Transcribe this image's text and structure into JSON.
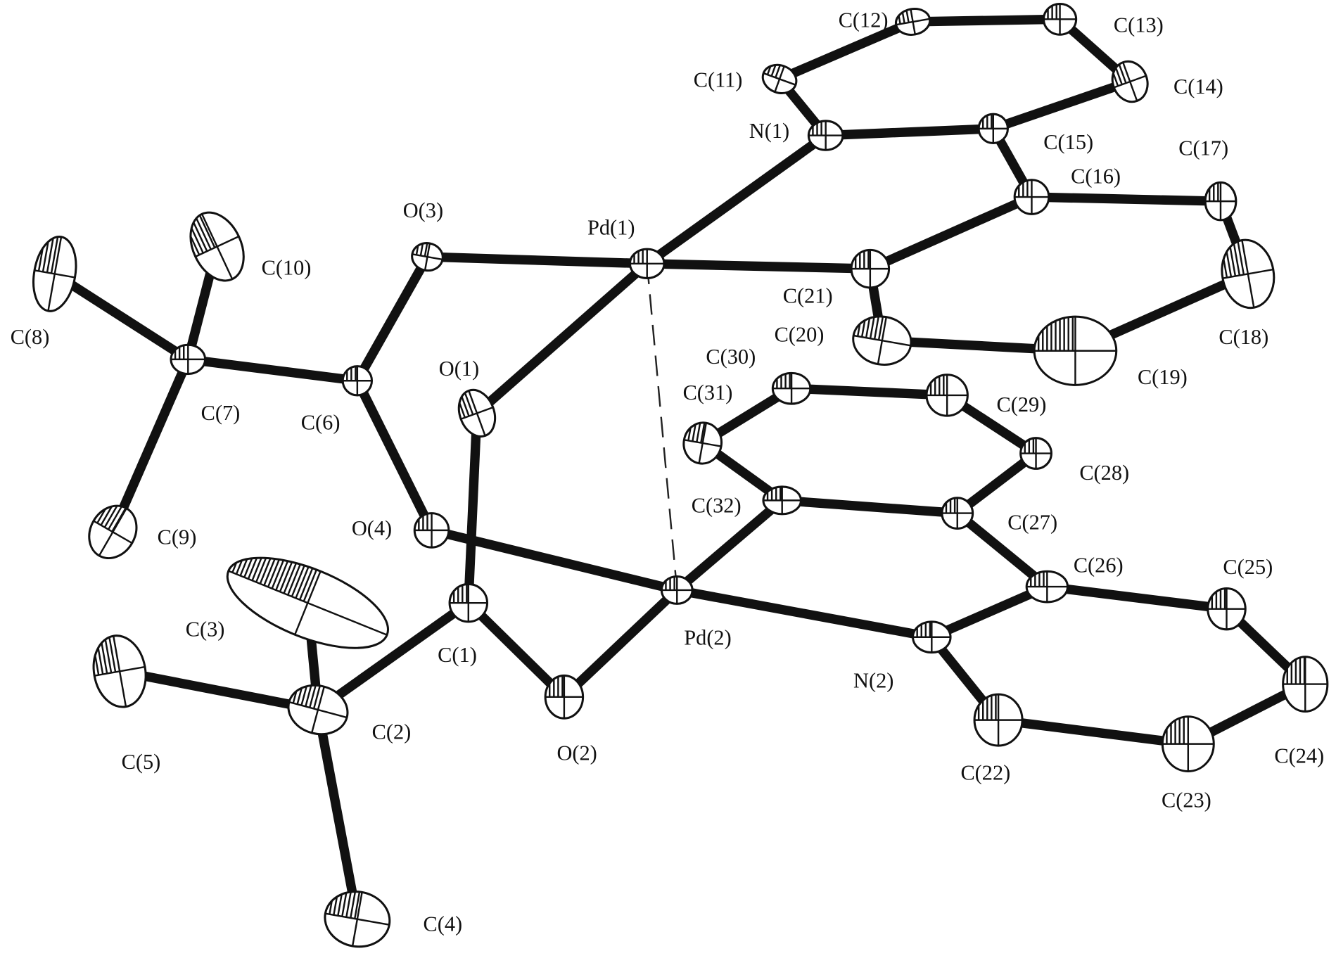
{
  "figure": {
    "type": "ORTEP molecular structure",
    "atoms": [
      "C(12)",
      "C(13)",
      "C(11)",
      "C(14)",
      "N(1)",
      "C(15)",
      "C(16)",
      "C(17)",
      "O(3)",
      "Pd(1)",
      "C(21)",
      "C(10)",
      "C(8)",
      "C(18)",
      "C(20)",
      "C(19)",
      "C(7)",
      "C(6)",
      "O(1)",
      "C(30)",
      "C(31)",
      "C(29)",
      "C(28)",
      "C(9)",
      "O(4)",
      "C(32)",
      "C(27)",
      "C(26)",
      "C(25)",
      "C(3)",
      "C(1)",
      "Pd(2)",
      "N(2)",
      "C(5)",
      "C(2)",
      "O(2)",
      "C(22)",
      "C(23)",
      "C(24)",
      "C(4)"
    ],
    "bonds": [
      [
        "C(11)",
        "C(12)"
      ],
      [
        "C(12)",
        "C(13)"
      ],
      [
        "C(13)",
        "C(14)"
      ],
      [
        "C(14)",
        "C(15)"
      ],
      [
        "C(15)",
        "N(1)"
      ],
      [
        "N(1)",
        "C(11)"
      ],
      [
        "N(1)",
        "Pd(1)"
      ],
      [
        "C(15)",
        "C(16)"
      ],
      [
        "C(16)",
        "C(17)"
      ],
      [
        "C(17)",
        "C(18)"
      ],
      [
        "C(18)",
        "C(19)"
      ],
      [
        "C(19)",
        "C(20)"
      ],
      [
        "C(20)",
        "C(21)"
      ],
      [
        "C(21)",
        "C(16)"
      ],
      [
        "Pd(1)",
        "C(21)"
      ],
      [
        "O(3)",
        "Pd(1)"
      ],
      [
        "Pd(1)",
        "O(1)"
      ],
      [
        "O(3)",
        "C(6)"
      ],
      [
        "C(6)",
        "O(4)"
      ],
      [
        "C(6)",
        "C(7)"
      ],
      [
        "C(7)",
        "C(8)"
      ],
      [
        "C(7)",
        "C(10)"
      ],
      [
        "C(7)",
        "C(9)"
      ],
      [
        "O(1)",
        "C(1)"
      ],
      [
        "C(1)",
        "O(2)"
      ],
      [
        "O(2)",
        "Pd(2)"
      ],
      [
        "O(4)",
        "Pd(2)"
      ],
      [
        "C(1)",
        "C(2)"
      ],
      [
        "C(2)",
        "C(3)"
      ],
      [
        "C(2)",
        "C(5)"
      ],
      [
        "C(2)",
        "C(4)"
      ],
      [
        "Pd(2)",
        "C(32)"
      ],
      [
        "C(32)",
        "C(31)"
      ],
      [
        "C(31)",
        "C(30)"
      ],
      [
        "C(30)",
        "C(29)"
      ],
      [
        "C(29)",
        "C(28)"
      ],
      [
        "C(28)",
        "C(27)"
      ],
      [
        "C(27)",
        "C(32)"
      ],
      [
        "C(27)",
        "C(26)"
      ],
      [
        "C(26)",
        "N(2)"
      ],
      [
        "N(2)",
        "Pd(2)"
      ],
      [
        "C(26)",
        "C(25)"
      ],
      [
        "C(25)",
        "C(24)"
      ],
      [
        "C(24)",
        "C(23)"
      ],
      [
        "C(23)",
        "C(22)"
      ],
      [
        "C(22)",
        "N(2)"
      ]
    ],
    "dashed_contacts": [
      [
        "Pd(1)",
        "Pd(2)"
      ]
    ]
  }
}
